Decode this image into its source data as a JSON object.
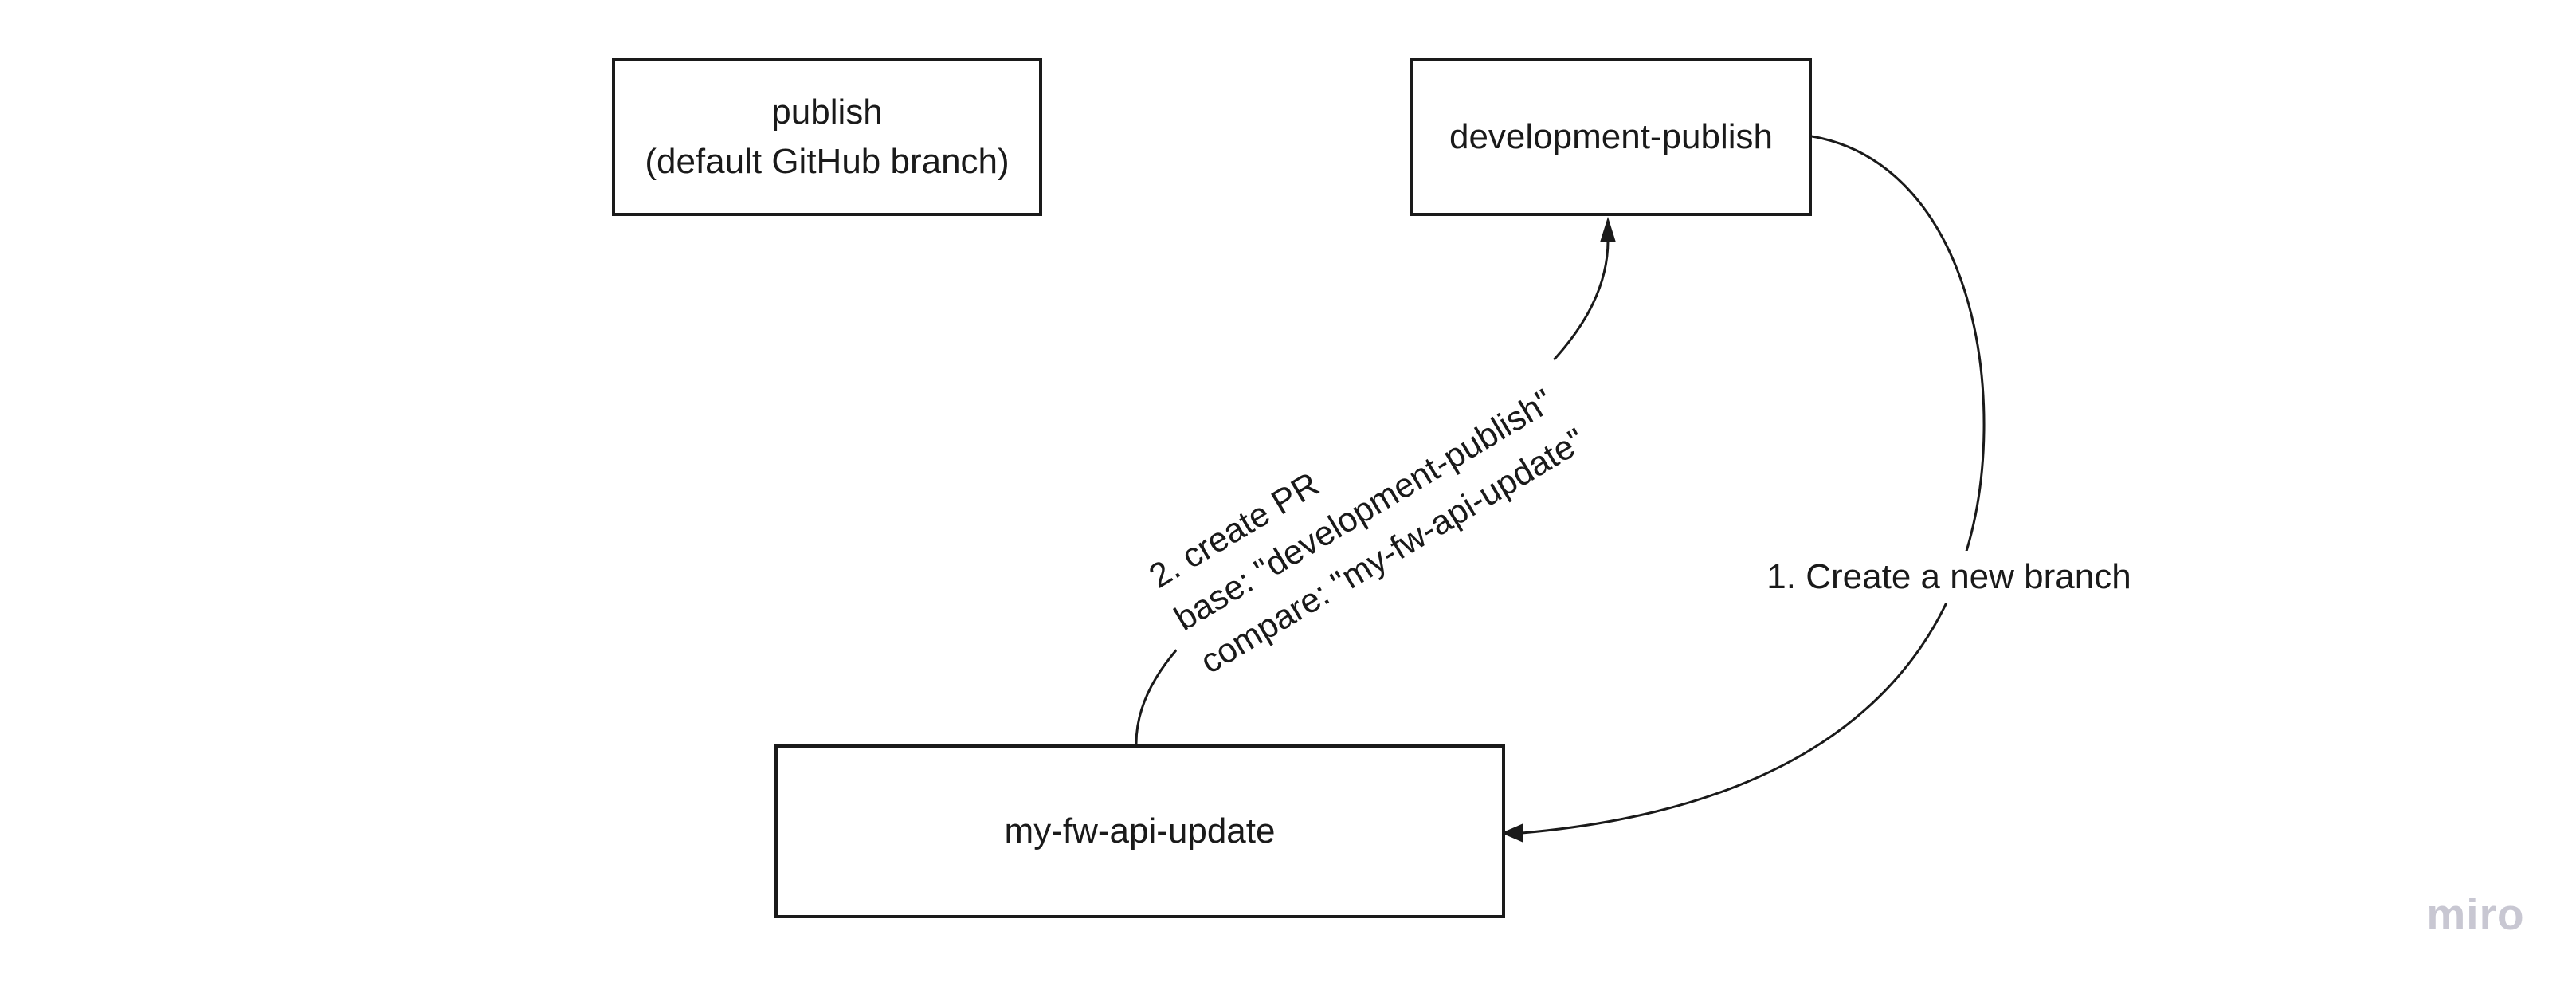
{
  "theme": {
    "ink": "#1a1a1a",
    "bg": "#ffffff",
    "watermark_color": "#c8c7d2"
  },
  "nodes": [
    {
      "name": "publish",
      "lines": [
        "publish",
        "(default GitHub branch)"
      ]
    },
    {
      "name": "development-publish",
      "lines": [
        "development-publish"
      ]
    },
    {
      "name": "my-fw-api-update",
      "lines": [
        "my-fw-api-update"
      ]
    }
  ],
  "edges": [
    {
      "name": "create-branch",
      "from": "development-publish",
      "to": "my-fw-api-update",
      "label": "1. Create a new branch"
    },
    {
      "name": "create-pr",
      "from": "my-fw-api-update",
      "to": "development-publish",
      "label_lines": [
        "2. create PR",
        "base: \"development-publish\"",
        "compare: \"my-fw-api-update\""
      ]
    }
  ],
  "watermark": {
    "text": "miro"
  }
}
